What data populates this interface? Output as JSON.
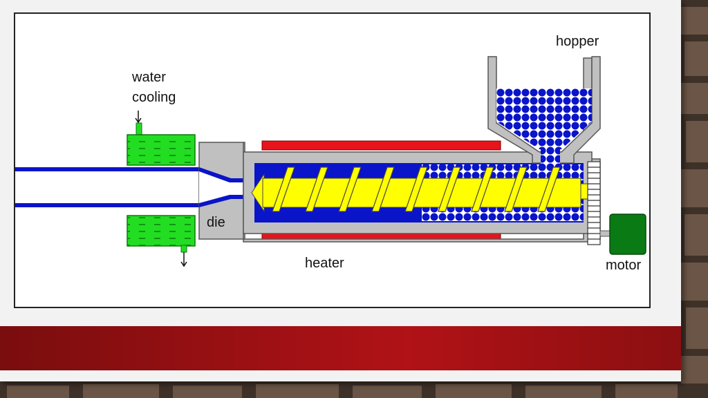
{
  "labels": {
    "water_cooling_line1": "water",
    "water_cooling_line2": "cooling",
    "hopper": "hopper",
    "die": "die",
    "heater": "heater",
    "motor": "motor"
  },
  "colors": {
    "accent_red": "#b01216",
    "heater": "#e8141c",
    "screw": "#ffff00",
    "polymer": "#0a14c8",
    "cooling_water": "#22dd22",
    "motor": "#0a7a14",
    "body_gray": "#c0c0c0"
  },
  "icons": [
    "water-in-arrow-icon",
    "water-out-arrow-icon",
    "gear-icon",
    "motor-icon"
  ]
}
